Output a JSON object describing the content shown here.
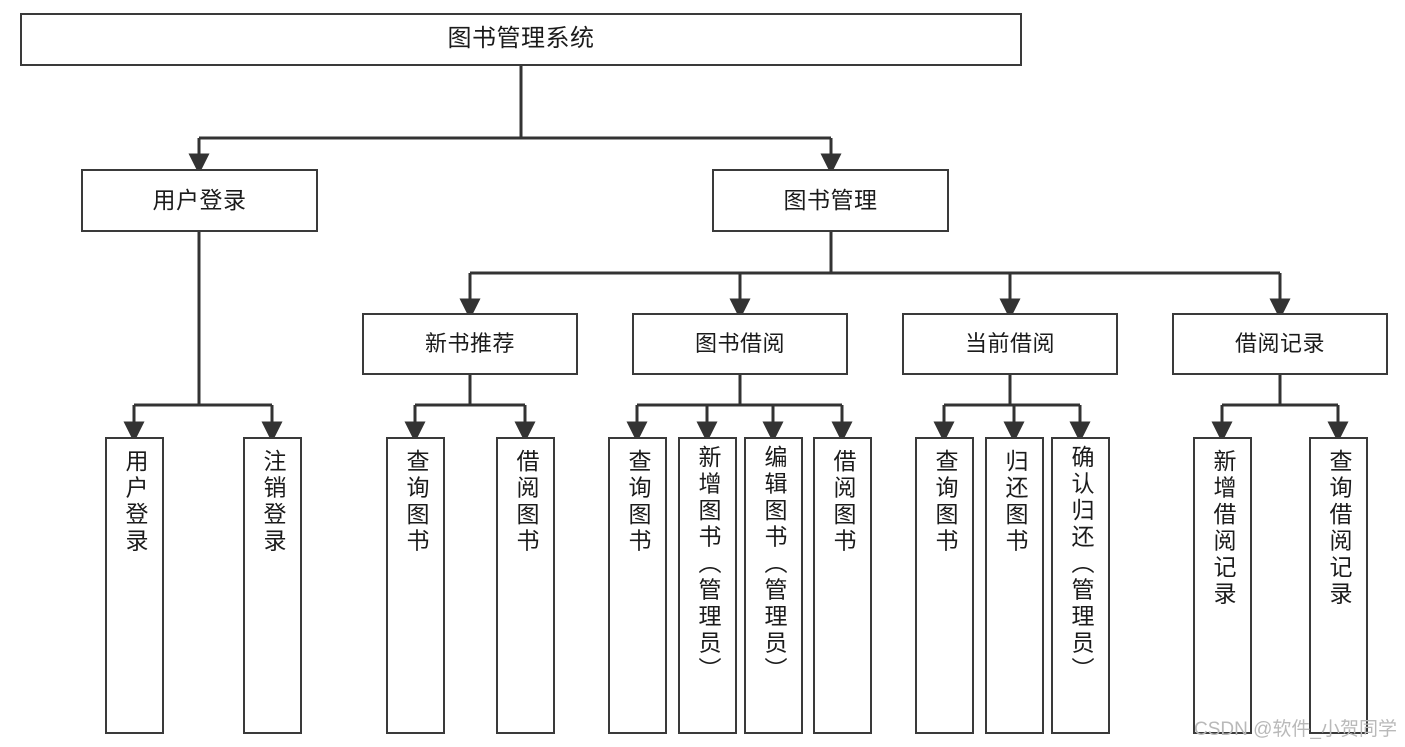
{
  "diagram": {
    "type": "tree",
    "title": "图书管理系统",
    "watermark": "CSDN @软件_小贺同学",
    "colors": {
      "box_border": "#3a3a3a",
      "box_fill": "#ffffff",
      "connector": "#333333",
      "text": "#1b1b1b",
      "watermark": "#b9b9b9"
    },
    "root": {
      "label": "图书管理系统"
    },
    "tier1": [
      {
        "label": "用户登录"
      },
      {
        "label": "图书管理"
      }
    ],
    "tier2": [
      {
        "label": "新书推荐"
      },
      {
        "label": "图书借阅"
      },
      {
        "label": "当前借阅"
      },
      {
        "label": "借阅记录"
      }
    ],
    "leaves": {
      "user_login": [
        {
          "label": "用户登录"
        },
        {
          "label": "注销登录"
        }
      ],
      "new_book_recommend": [
        {
          "label": "查询图书"
        },
        {
          "label": "借阅图书"
        }
      ],
      "book_borrow": [
        {
          "label": "查询图书"
        },
        {
          "label": "新增图书（管理员）"
        },
        {
          "label": "编辑图书（管理员）"
        },
        {
          "label": "借阅图书"
        }
      ],
      "current_borrow": [
        {
          "label": "查询图书"
        },
        {
          "label": "归还图书"
        },
        {
          "label": "确认归还（管理员）"
        }
      ],
      "borrow_record": [
        {
          "label": "新增借阅记录"
        },
        {
          "label": "查询借阅记录"
        }
      ]
    }
  }
}
